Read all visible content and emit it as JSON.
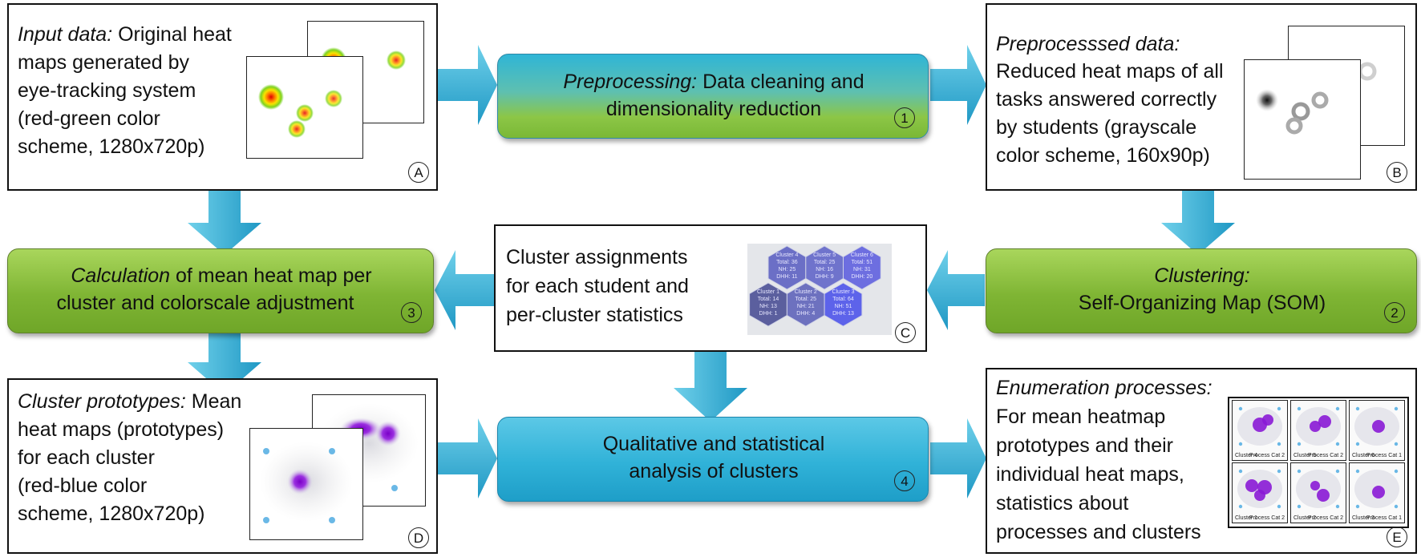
{
  "box_a": {
    "title": "Input data:",
    "lines": [
      "Original heat",
      "maps generated by",
      "eye-tracking system",
      "(red-green color",
      "scheme, 1280x720p)"
    ],
    "label": "A"
  },
  "step1": {
    "title": "Preprocessing:",
    "rest": "Data cleaning and",
    "line2": "dimensionality reduction",
    "num": "1"
  },
  "box_b": {
    "title": "Preprocesssed data:",
    "lines": [
      "Reduced heat maps of all",
      "tasks answered correctly",
      "by students (grayscale",
      "color scheme, 160x90p)"
    ],
    "label": "B"
  },
  "step3": {
    "title": "Calculation",
    "rest": "of mean heat map per",
    "line2": "cluster and colorscale adjustment",
    "num": "3"
  },
  "box_c": {
    "lines": [
      "Cluster assignments",
      "for each student and",
      "per-cluster statistics"
    ],
    "label": "C",
    "hexes": [
      {
        "lines": [
          "Cluster 4",
          "Total: 36",
          "NH: 25",
          "DHH: 11"
        ],
        "color": "#6b6fc6"
      },
      {
        "lines": [
          "Cluster 5",
          "Total: 25",
          "NH: 16",
          "DHH: 9"
        ],
        "color": "#6f73cc"
      },
      {
        "lines": [
          "Cluster 6",
          "Total: 51",
          "NH: 31",
          "DHH: 20"
        ],
        "color": "#6d6ee0"
      },
      {
        "lines": [
          "Cluster 1",
          "Total: 14",
          "NH: 13",
          "DHH: 1"
        ],
        "color": "#5b5f9e"
      },
      {
        "lines": [
          "Cluster 2",
          "Total: 25",
          "NH: 21",
          "DHH: 4"
        ],
        "color": "#6d71bf"
      },
      {
        "lines": [
          "Cluster 3",
          "Total: 64",
          "NH: 51",
          "DHH: 13"
        ],
        "color": "#5d63ea"
      }
    ]
  },
  "step2": {
    "title": "Clustering:",
    "line2": "Self-Organizing Map (SOM)",
    "num": "2"
  },
  "box_d": {
    "title": "Cluster prototypes:",
    "first_rest": "Mean",
    "lines": [
      "heat maps (prototypes)",
      "for each cluster",
      "(red-blue color",
      "scheme, 1280x720p)"
    ],
    "label": "D"
  },
  "step4": {
    "line1": "Qualitative and statistical",
    "line2": "analysis of clusters",
    "num": "4"
  },
  "box_e": {
    "title": "Enumeration processes:",
    "lines": [
      "For mean heatmap",
      "prototypes and their",
      "individual heat maps,",
      "statistics about",
      "processes and clusters"
    ],
    "label": "E",
    "thumbs": [
      {
        "left": "Cluster 4",
        "right": "Process Cat 2"
      },
      {
        "left": "Cluster 5",
        "right": "Process Cat 2"
      },
      {
        "left": "Cluster 6",
        "right": "Process Cat 1"
      },
      {
        "left": "Cluster 1",
        "right": "Process Cat 2"
      },
      {
        "left": "Cluster 2",
        "right": "Process Cat 2"
      },
      {
        "left": "Cluster 3",
        "right": "Process Cat 1"
      }
    ]
  }
}
